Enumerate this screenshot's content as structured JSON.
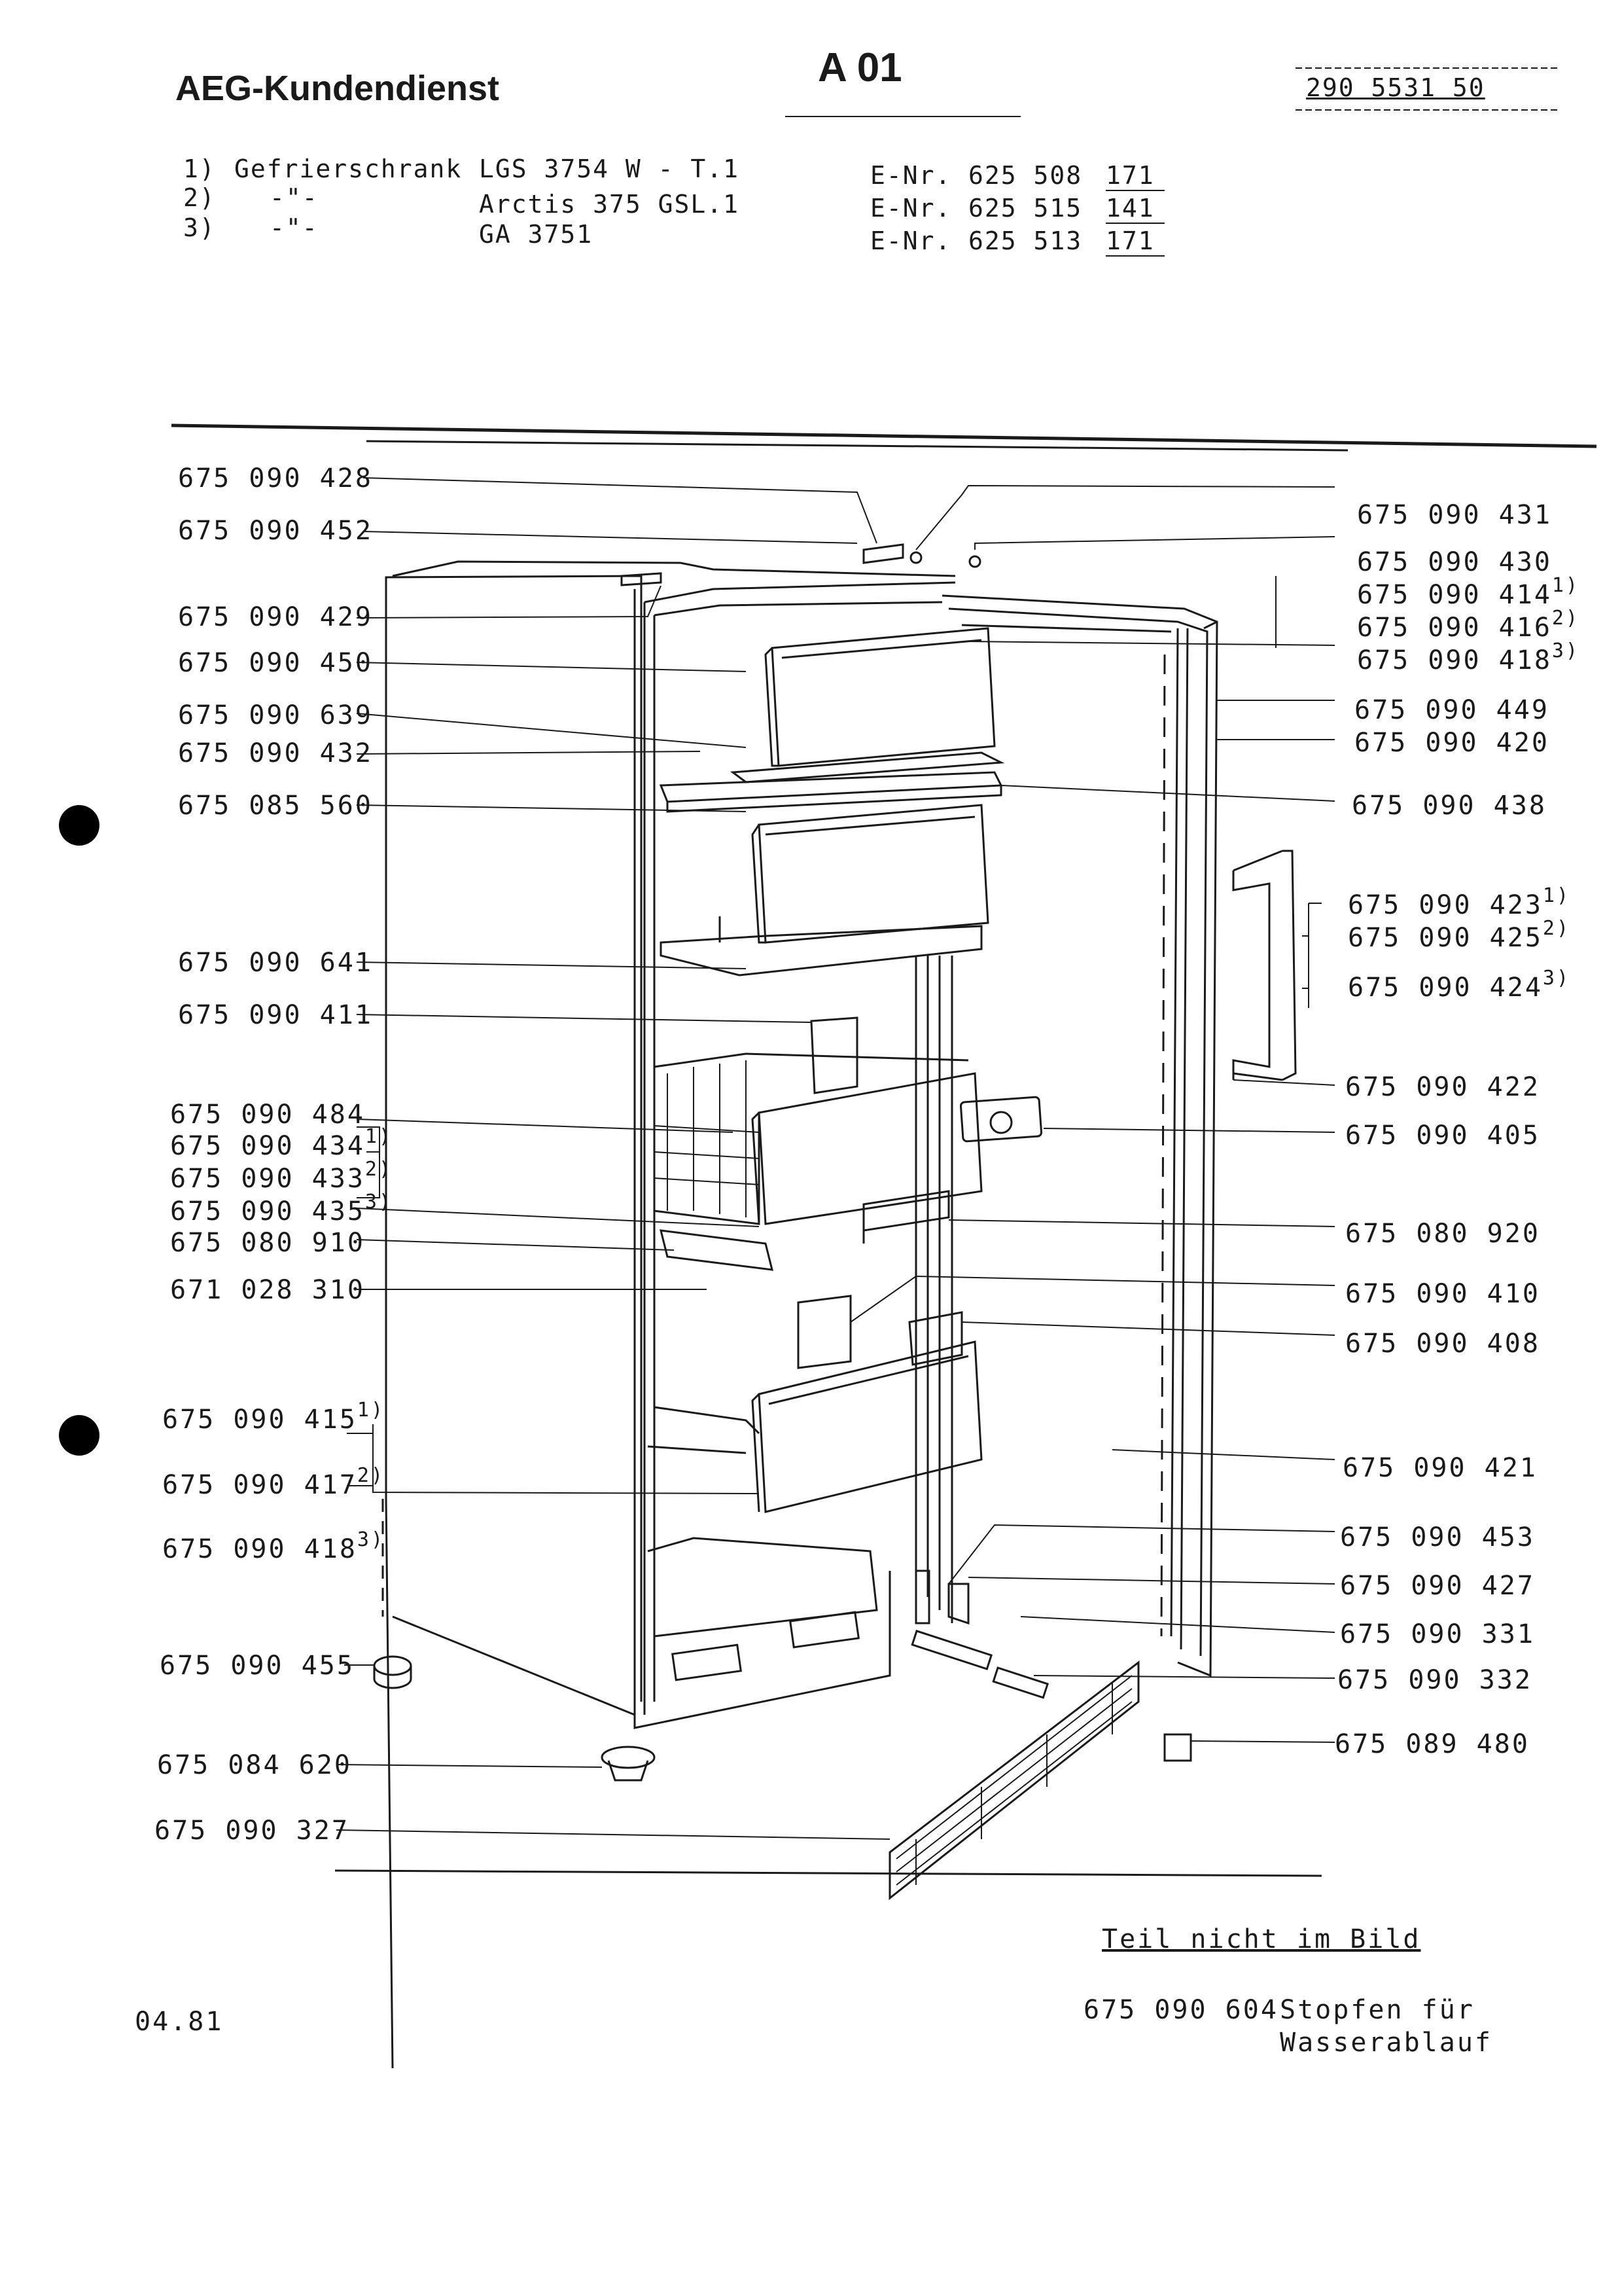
{
  "header": {
    "company": "AEG-Kundendienst",
    "page_code": "A 01",
    "doc_number": "290 5531 50"
  },
  "models": [
    {
      "idx": "1)",
      "name": "Gefrierschrank",
      "model": "LGS 3754 W - T.1",
      "enr_label": "E-Nr.",
      "enr": "625 508",
      "suffix": "171"
    },
    {
      "idx": "2)",
      "name": "-\"-",
      "model": "Arctis 375 GSL.1",
      "enr_label": "E-Nr.",
      "enr": "625 515",
      "suffix": "141"
    },
    {
      "idx": "3)",
      "name": "-\"-",
      "model": "GA 3751",
      "enr_label": "E-Nr.",
      "enr": "625 513",
      "suffix": "171"
    }
  ],
  "parts_left": [
    {
      "num": "675 090 428",
      "sup": ""
    },
    {
      "num": "675 090 452",
      "sup": ""
    },
    {
      "num": "675 090 429",
      "sup": ""
    },
    {
      "num": "675 090 450",
      "sup": ""
    },
    {
      "num": "675 090 639",
      "sup": ""
    },
    {
      "num": "675 090 432",
      "sup": ""
    },
    {
      "num": "675 085 560",
      "sup": ""
    },
    {
      "num": "675 090 641",
      "sup": ""
    },
    {
      "num": "675 090 411",
      "sup": ""
    },
    {
      "num": "675 090 484",
      "sup": ""
    },
    {
      "num": "675 090 434",
      "sup": "1)"
    },
    {
      "num": "675 090 433",
      "sup": "2)"
    },
    {
      "num": "675 090 435",
      "sup": "3)"
    },
    {
      "num": "675 080 910",
      "sup": ""
    },
    {
      "num": "671 028 310",
      "sup": ""
    },
    {
      "num": "675 090 415",
      "sup": "1)"
    },
    {
      "num": "675 090 417",
      "sup": "2)"
    },
    {
      "num": "675 090 418",
      "sup": "3)"
    },
    {
      "num": "675 090 455",
      "sup": ""
    },
    {
      "num": "675 084 620",
      "sup": ""
    },
    {
      "num": "675 090 327",
      "sup": ""
    }
  ],
  "parts_right": [
    {
      "num": "675 090 431",
      "sup": ""
    },
    {
      "num": "675 090 430",
      "sup": ""
    },
    {
      "num": "675 090 414",
      "sup": "1)"
    },
    {
      "num": "675 090 416",
      "sup": "2)"
    },
    {
      "num": "675 090 418",
      "sup": "3)"
    },
    {
      "num": "675 090 449",
      "sup": ""
    },
    {
      "num": "675 090 420",
      "sup": ""
    },
    {
      "num": "675 090 438",
      "sup": ""
    },
    {
      "num": "675 090 423",
      "sup": "1)"
    },
    {
      "num": "675 090 425",
      "sup": "2)"
    },
    {
      "num": "675 090 424",
      "sup": "3)"
    },
    {
      "num": "675 090 422",
      "sup": ""
    },
    {
      "num": "675 090 405",
      "sup": ""
    },
    {
      "num": "675 080 920",
      "sup": ""
    },
    {
      "num": "675 090 410",
      "sup": ""
    },
    {
      "num": "675 090 408",
      "sup": ""
    },
    {
      "num": "675 090 421",
      "sup": ""
    },
    {
      "num": "675 090 453",
      "sup": ""
    },
    {
      "num": "675 090 427",
      "sup": ""
    },
    {
      "num": "675 090 331",
      "sup": ""
    },
    {
      "num": "675 090 332",
      "sup": ""
    },
    {
      "num": "675 089 480",
      "sup": ""
    }
  ],
  "footer": {
    "not_pictured_heading": "Teil nicht im Bild",
    "not_pictured_num": "675 090 604",
    "not_pictured_desc_1": "Stopfen für",
    "not_pictured_desc_2": "Wasserablauf",
    "date": "04.81"
  }
}
